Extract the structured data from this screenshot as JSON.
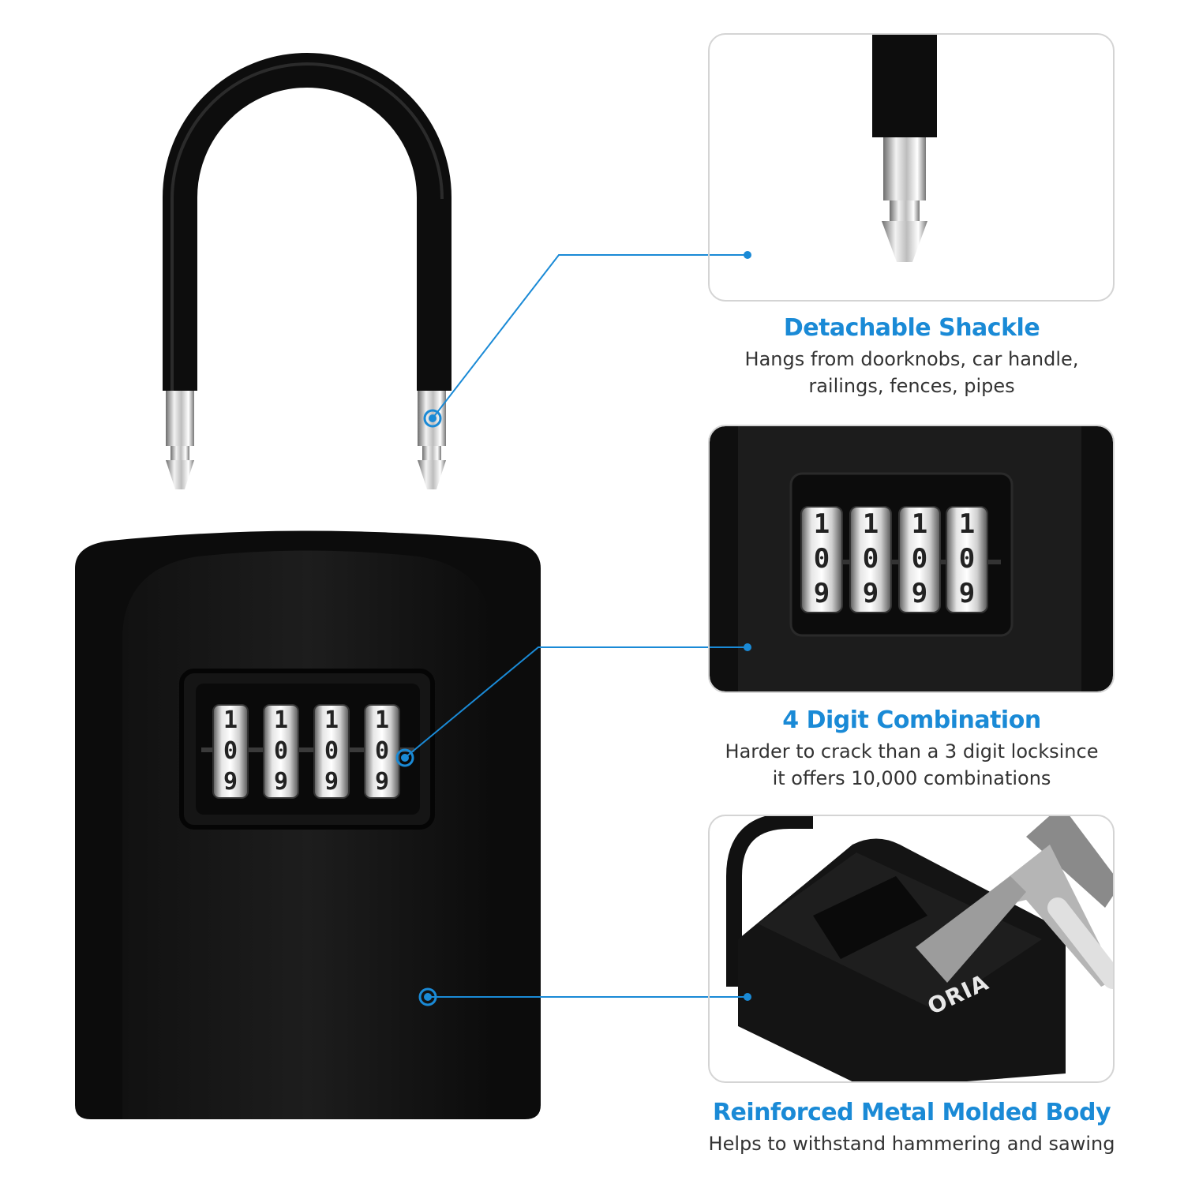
{
  "brand": {
    "logo_text": "ORIA",
    "accent_color": "#1a8ad6"
  },
  "dial_digits": {
    "top": "1",
    "middle": "0",
    "bottom": "9"
  },
  "features": [
    {
      "title": "Detachable Shackle",
      "description_lines": [
        "Hangs from doorknobs, car handle,",
        "railings, fences, pipes"
      ]
    },
    {
      "title": "4 Digit Combination",
      "description_lines": [
        "Harder to crack than a 3 digit locksince",
        "it offers 10,000 combinations"
      ]
    },
    {
      "title": "Reinforced Metal Molded Body",
      "description_lines": [
        "Helps to withstand hammering and sawing"
      ]
    }
  ]
}
